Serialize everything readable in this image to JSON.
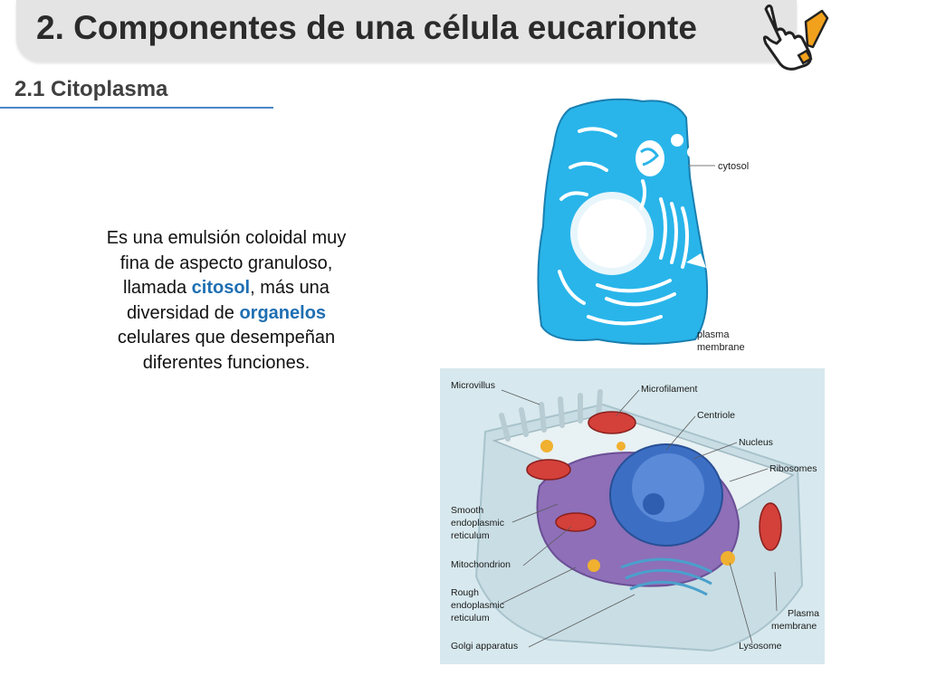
{
  "slide": {
    "title": "2. Componentes de una célula eucarionte",
    "subtitle": "2.1 Citoplasma",
    "body": {
      "p1": "Es una emulsión coloidal muy fina de aspecto granuloso,  llamada ",
      "kw1": "citosol",
      "p2": ", más una diversidad de ",
      "kw2": "organelos",
      "p3": " celulares que desempeñan diferentes funciones."
    },
    "accent_color": "#1f6fb2"
  },
  "diagram_top": {
    "labels": {
      "cytosol": "cytosol",
      "plasma": "plasma",
      "membrane": "membrane"
    },
    "cell_color": "#29b5ea"
  },
  "diagram_bottom": {
    "labels": {
      "microvillus": "Microvillus",
      "microfilament": "Microfilament",
      "centriole": "Centriole",
      "nucleus": "Nucleus",
      "ribosomes": "Ribosomes",
      "smooth1": "Smooth",
      "smooth2": "endoplasmic",
      "smooth3": "reticulum",
      "mitochondrion": "Mitochondrion",
      "rough1": "Rough",
      "rough2": "endoplasmic",
      "rough3": "reticulum",
      "golgi": "Golgi apparatus",
      "plasma1": "Plasma",
      "plasma2": "membrane",
      "lysosome": "Lysosome"
    }
  },
  "icons": {
    "corner": "pointing-hand-exclamation-icon"
  }
}
